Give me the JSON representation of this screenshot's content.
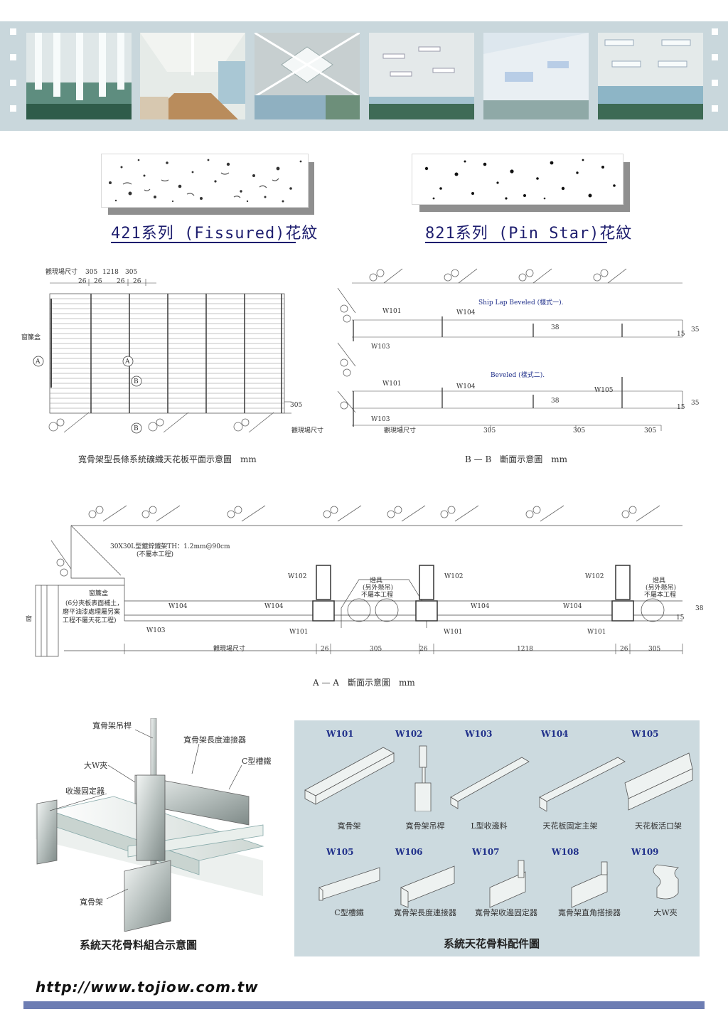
{
  "film_strip": {
    "photos": [
      "ceiling-photo-1",
      "ceiling-photo-2",
      "ceiling-photo-3",
      "ceiling-photo-4",
      "ceiling-photo-5",
      "ceiling-photo-6"
    ]
  },
  "textures": {
    "left_label": "421系列 (Fissured)花紋",
    "right_label": "821系列 (Pin Star)花紋"
  },
  "plan_view": {
    "caption": "寬骨架型長條系統礦纖天花板平面示意圖　mm",
    "top_dims": [
      "觀現場尺寸",
      "305",
      "1218",
      "305"
    ],
    "sub_dims": [
      "26",
      "26",
      "26",
      "26"
    ],
    "window_box": "窗簾盒",
    "label_A": "A",
    "label_B": "B",
    "side_dim": "305",
    "bottom_note": "觀現場尺寸"
  },
  "section_bb": {
    "caption": "B — B　斷面示意圖　mm",
    "style1": "Ship Lap Beveled (樣式一).",
    "style2": "Beveled (樣式二).",
    "w101": "W101",
    "w103": "W103",
    "w104": "W104",
    "w105": "W105",
    "dims": [
      "38",
      "35",
      "15",
      "38",
      "35",
      "15"
    ],
    "bottom_dims": [
      "觀現場尺寸",
      "305",
      "305",
      "305"
    ]
  },
  "section_aa": {
    "caption": "A — A　斷面示意圖　mm",
    "frame_note": "30X30L型鍍鋅鐵架TH：1.2mm@90cm",
    "frame_note2": "(不屬本工程)",
    "window_box": "窗簾盒",
    "board_note": "(6分夾板表面補土，",
    "board_note2": "磨平油漆處理屬另案",
    "board_note3": "工程不屬天花工程)",
    "window": "窗",
    "lamp": "燈具",
    "lamp2": "(另外懸吊)",
    "lamp3": "不屬本工程",
    "w101": "W101",
    "w102": "W102",
    "w103": "W103",
    "w104": "W104",
    "dim38": "38",
    "dim15": "15",
    "bottom_dims": [
      "觀現場尺寸",
      "26",
      "305",
      "26",
      "1218",
      "26",
      "305"
    ]
  },
  "assembly": {
    "caption": "系統天花骨料組合示意圖",
    "labels": [
      "寬骨架吊桿",
      "寬骨架長度連接器",
      "大W夾",
      "C型槽鐵",
      "收邊固定器",
      "寬骨架"
    ]
  },
  "parts": {
    "caption": "系統天花骨料配件圖",
    "row1": [
      {
        "code": "W101",
        "name": "寬骨架"
      },
      {
        "code": "W102",
        "name": "寬骨架吊桿"
      },
      {
        "code": "W103",
        "name": "L型收邊料"
      },
      {
        "code": "W104",
        "name": "天花板固定主架"
      },
      {
        "code": "W105",
        "name": "天花板活口架"
      }
    ],
    "row2": [
      {
        "code": "W105",
        "name": "C型槽鐵"
      },
      {
        "code": "W106",
        "name": "寬骨架長度連接器"
      },
      {
        "code": "W107",
        "name": "寬骨架收邊固定器"
      },
      {
        "code": "W108",
        "name": "寬骨架直角搭接器"
      },
      {
        "code": "W109",
        "name": "大W夾"
      }
    ]
  },
  "footer": {
    "url": "http://www.tojiow.com.tw"
  },
  "colors": {
    "film": "#c9d7dc",
    "navy": "#1d1d6e",
    "parts_bg": "#ccdadf",
    "footer_bar": "#6d7db3"
  }
}
